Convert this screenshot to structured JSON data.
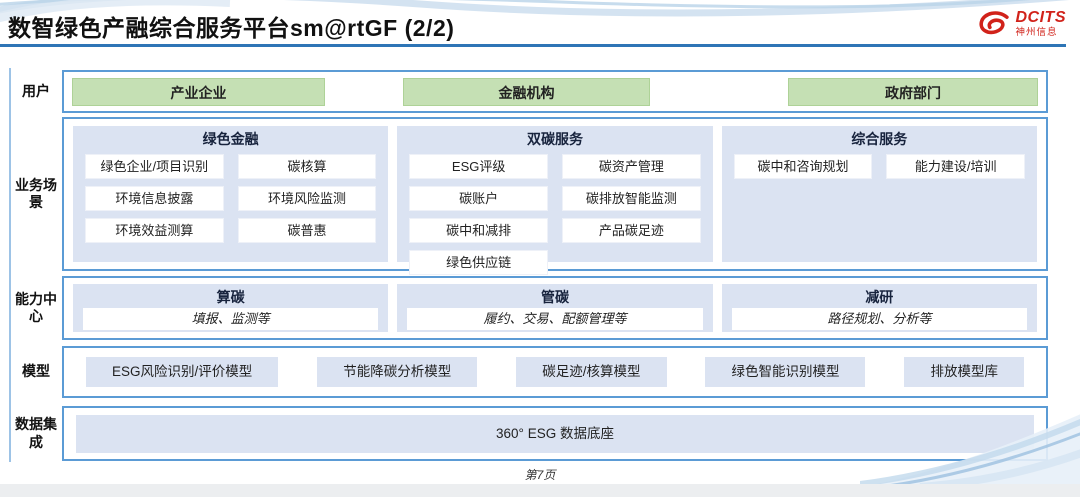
{
  "header": {
    "title": "数智绿色产融综合服务平台sm@rtGF (2/2)",
    "logo": {
      "brand": "DCITS",
      "sub": "神州信息",
      "brand_color": "#d1221a"
    }
  },
  "colors": {
    "accent_blue": "#5b9bd5",
    "panel_blue": "#dbe3f2",
    "green": "#c5e0b4",
    "title_rule": "#2e75b6"
  },
  "rows": {
    "users": {
      "label": "用户",
      "items": [
        "产业企业",
        "金融机构",
        "政府部门"
      ]
    },
    "business": {
      "label": "业务场景",
      "columns": [
        {
          "header": "绿色金融",
          "items": [
            "绿色企业/项目识别",
            "碳核算",
            "环境信息披露",
            "环境风险监测",
            "环境效益测算",
            "碳普惠"
          ]
        },
        {
          "header": "双碳服务",
          "items": [
            "ESG评级",
            "碳资产管理",
            "碳账户",
            "碳排放智能监测",
            "碳中和减排",
            "产品碳足迹",
            "绿色供应链"
          ]
        },
        {
          "header": "综合服务",
          "items": [
            "碳中和咨询规划",
            "能力建设/培训"
          ]
        }
      ]
    },
    "capability": {
      "label": "能力中心",
      "items": [
        {
          "title": "算碳",
          "desc": "填报、监测等"
        },
        {
          "title": "管碳",
          "desc": "履约、交易、配额管理等"
        },
        {
          "title": "减研",
          "desc": "路径规划、分析等"
        }
      ]
    },
    "models": {
      "label": "模型",
      "items": [
        "ESG风险识别/评价模型",
        "节能降碳分析模型",
        "碳足迹/核算模型",
        "绿色智能识别模型",
        "排放模型库"
      ]
    },
    "data": {
      "label": "数据集成",
      "value": "360° ESG 数据底座"
    }
  },
  "footer": {
    "page": "第7页"
  }
}
